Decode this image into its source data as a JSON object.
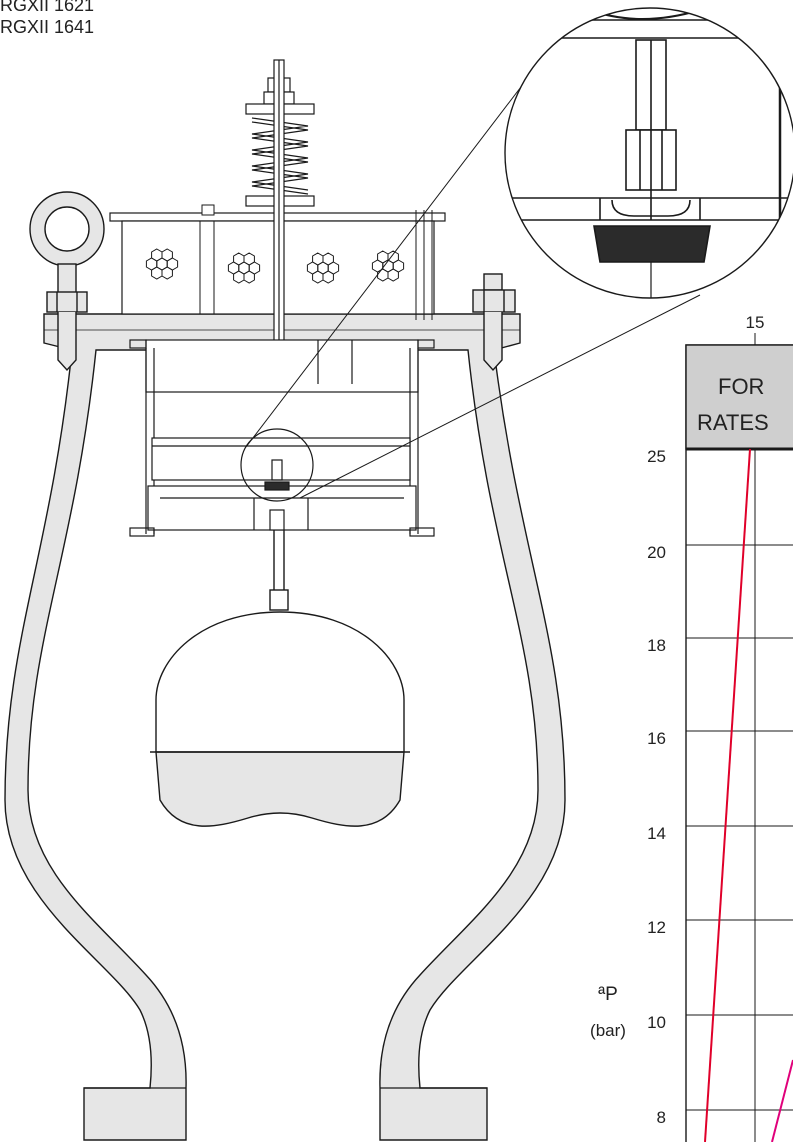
{
  "document": {
    "model_lines": [
      "RGXII 1621",
      "RGXII 1641"
    ]
  },
  "chart": {
    "top_tick_label": "15",
    "header_text": [
      "FOR",
      "RATES"
    ],
    "y_ticks": [
      "25",
      "20",
      "18",
      "16",
      "14",
      "12",
      "10",
      "8"
    ],
    "y_axis_label": "ªP",
    "y_axis_unit": "(bar)"
  },
  "colors": {
    "body_fill": "#e6e6e6",
    "header_fill": "#cfcfcf",
    "stroke": "#1a1a1a",
    "red_curve": "#e0002a",
    "magenta_curve": "#e0007a",
    "gasket": "#2b2b2b"
  }
}
